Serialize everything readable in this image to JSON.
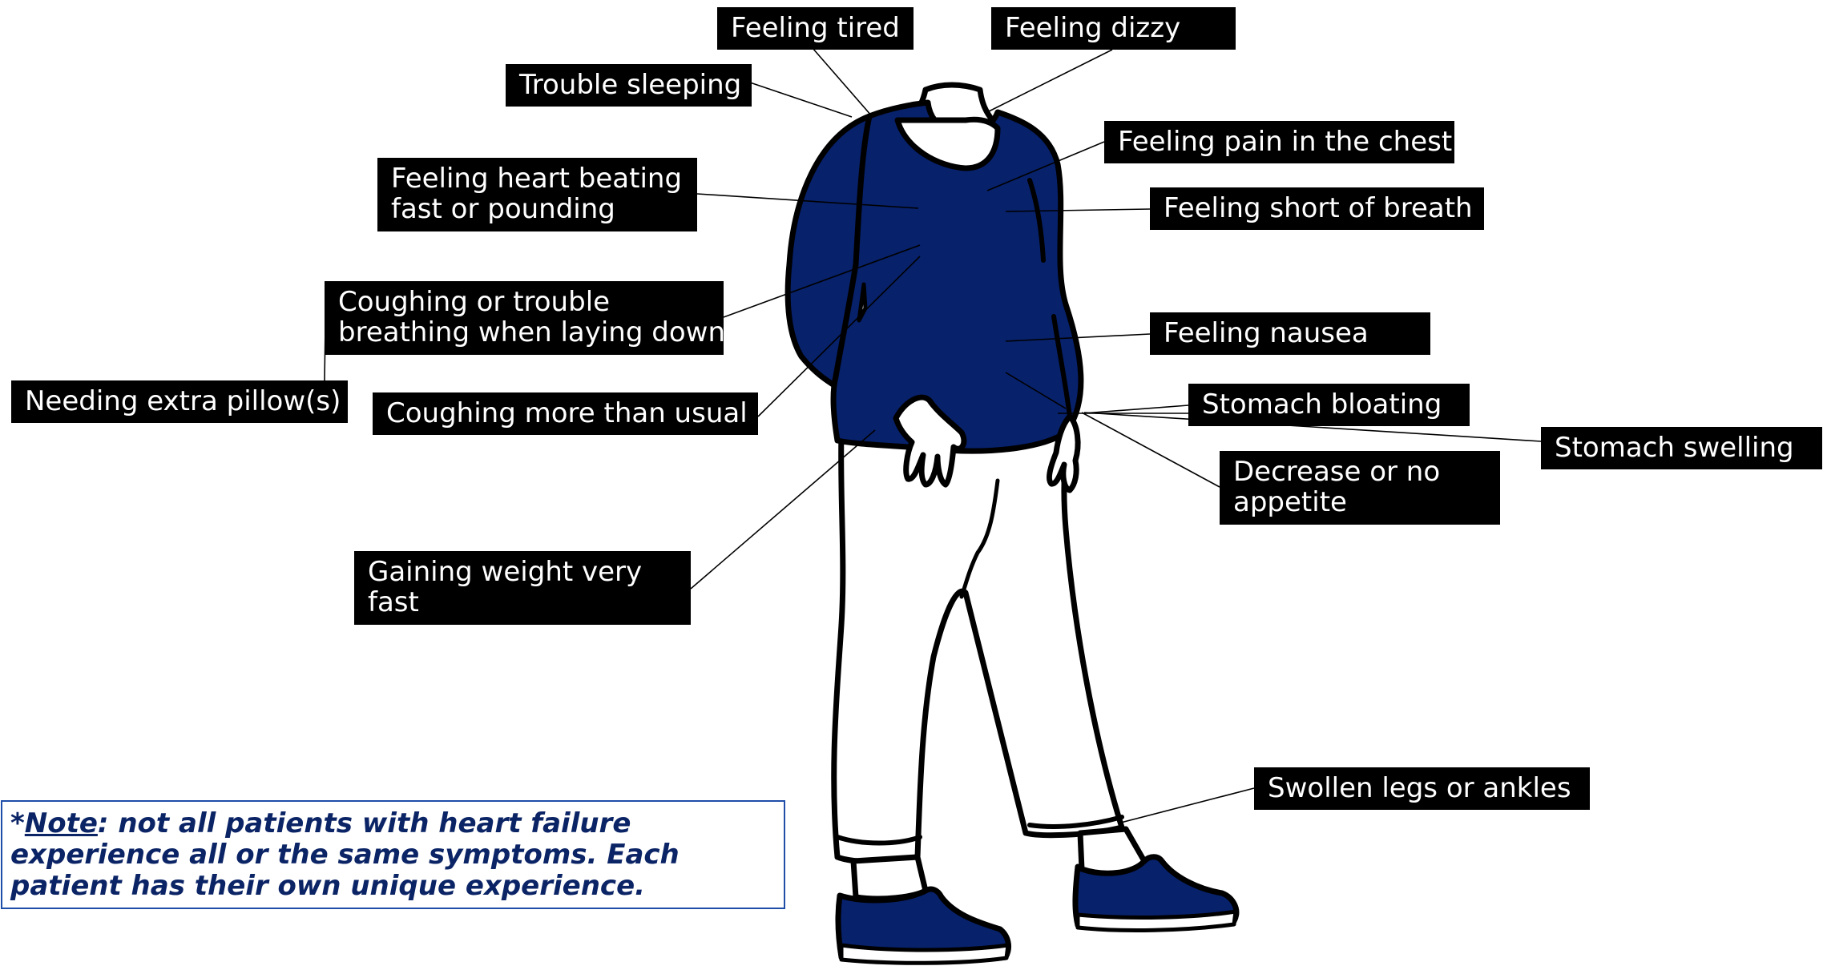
{
  "colors": {
    "garment": "#07216b",
    "outline": "#000000",
    "label_bg": "#000000",
    "label_text": "#ffffff",
    "note_text": "#0b2466",
    "note_border": "#1f4ea8"
  },
  "labels": {
    "tired": "Feeling tired",
    "dizzy": "Feeling dizzy",
    "sleeping": "Trouble sleeping",
    "chest_pain": "Feeling pain in the chest",
    "heart_1": "Feeling heart beating",
    "heart_2": "fast or pounding",
    "short_breath": "Feeling short of breath",
    "cough_lying_1": "Coughing or trouble",
    "cough_lying_2": "breathing when laying down",
    "nausea": "Feeling nausea",
    "pillow": "Needing extra pillow(s)",
    "cough_more": "Coughing more than usual",
    "bloating": "Stomach bloating",
    "swelling": "Stomach swelling",
    "appetite_1": "Decrease or no",
    "appetite_2": "appetite",
    "weight_1": "Gaining weight very",
    "weight_2": "fast",
    "legs": "Swollen legs or ankles"
  },
  "note": {
    "asterisk": "*",
    "keyword": "Note",
    "text": ": not all patients with heart failure experience all or the same symptoms. Each patient has their own unique experience."
  }
}
